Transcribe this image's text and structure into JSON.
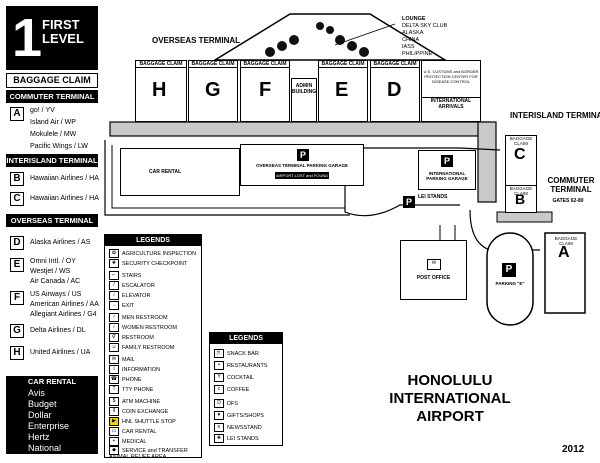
{
  "level": {
    "number": "1",
    "line1": "FIRST",
    "line2": "LEVEL"
  },
  "baggage_claim_header": "BAGGAGE CLAIM",
  "sections": [
    {
      "header": "COMMUTER TERMINAL",
      "gates": [
        {
          "letter": "A",
          "airlines": [
            "go! / YV",
            "Island Air / WP",
            "Mokulele / MW",
            "Pacific Wings / LW"
          ]
        }
      ]
    },
    {
      "header": "INTERISLAND TERMINAL",
      "gates": [
        {
          "letter": "B",
          "airlines": [
            "Hawaiian Airlines / HA"
          ]
        },
        {
          "letter": "C",
          "airlines": [
            "Hawaiian Airlines / HA"
          ]
        }
      ]
    },
    {
      "header": "OVERSEAS TERMINAL",
      "gates": [
        {
          "letter": "D",
          "airlines": [
            "Alaska Airlines / AS"
          ]
        },
        {
          "letter": "E",
          "airlines": [
            "Omni Intl. / OY",
            "Westjet / WS",
            "Air Canada / AC"
          ]
        },
        {
          "letter": "F",
          "airlines": [
            "US Airways / US",
            "American Airlines / AA",
            "Allegiant Airlines / G4"
          ]
        },
        {
          "letter": "G",
          "airlines": [
            "Delta Airlines / DL"
          ]
        },
        {
          "letter": "H",
          "airlines": [
            "United Airlines / UA"
          ]
        }
      ]
    }
  ],
  "car_rental": {
    "header": "CAR RENTAL",
    "companies": [
      "Avis",
      "Budget",
      "Dollar",
      "Enterprise",
      "Hertz",
      "National"
    ]
  },
  "map": {
    "overseas_terminal": "OVERSEAS TERMINAL",
    "interisland_terminal": "INTERISLAND TERMINAL",
    "commuter_terminal": "COMMUTER TERMINAL",
    "gates_62_80": "GATES 62-80",
    "lounge": {
      "title": "LOUNGE",
      "items": [
        "DELTA SKY CLUB",
        "ALASKA",
        "CHINA",
        "IASS",
        "PHILIPPINE"
      ]
    },
    "concourses": [
      {
        "letter": "H",
        "label": "BAGGAGE CLAIM"
      },
      {
        "letter": "G",
        "label": "BAGGAGE CLAIM"
      },
      {
        "letter": "F",
        "label": "BAGGAGE CLAIM"
      },
      {
        "letter": "E",
        "label": "BAGGAGE CLAIM"
      },
      {
        "letter": "D",
        "label": "BAGGAGE CLAIM"
      }
    ],
    "admin_building": "ADMIN BUILDING",
    "customs": "U.S. CUSTOMS and BORDER PROTECTION CENTER FOR DISEASE CONTROL",
    "international_arrivals": "INTERNATIONAL ARRIVALS",
    "car_rental": "CAR RENTAL",
    "overseas_parking": "OVERSEAS TERMINAL PARKING GARAGE",
    "lost_found": "AIRPORT LOST and FOUND",
    "intl_parking": "INTERNATIONAL PARKING GARAGE",
    "lei_stands": "LEI STANDS",
    "post_office": "POST OFFICE",
    "parking_e": "PARKING \"E\"",
    "baggage_claim_c": "BAGGAGE CLAIM",
    "baggage_claim_b": "BAGGAGE CLAIM",
    "baggage_claim_a": "BAGGAGE CLAIM",
    "p": "P",
    "letters": {
      "c": "C",
      "b": "B",
      "a": "A"
    }
  },
  "legend1": {
    "header": "LEGENDS",
    "rows": [
      "AGRICULTURE INSPECTION",
      "SECURITY CHECKPOINT",
      "STAIRS",
      "ESCALATOR",
      "ELEVATOR",
      "EXIT",
      "MEN RESTROOM",
      "WOMEN RESTROOM",
      "RESTROOM",
      "FAMILY RESTROOM",
      "MAIL",
      "INFORMATION",
      "PHONE",
      "TTY PHONE",
      "ATM MACHINE",
      "COIN EXCHANGE",
      "HNL SHUTTLE STOP",
      "CAR RENTAL",
      "MEDICAL",
      "SERVICE and TRANSFER ANIMAL RELIEF AREA"
    ]
  },
  "legend2": {
    "header": "LEGENDS",
    "rows": [
      "SNACK BAR",
      "RESTAURANTS",
      "COCKTAIL",
      "COFFEE",
      "DFS",
      "GIFTS/SHOPS",
      "NEWSSTAND",
      "LEI STANDS"
    ]
  },
  "title": "HONOLULU INTERNATIONAL AIRPORT",
  "year": "2012"
}
